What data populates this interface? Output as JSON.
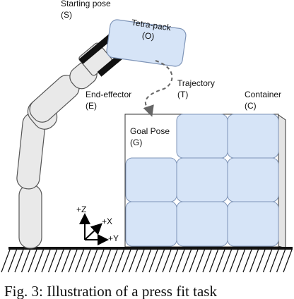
{
  "labels": {
    "starting_pose": "Starting pose",
    "starting_pose_symbol": "(S)",
    "object": "Tetra-pack",
    "object_symbol": "(O)",
    "trajectory": "Trajectory",
    "trajectory_symbol": "(T)",
    "end_effector": "End-effector",
    "end_effector_symbol": "(E)",
    "container": "Container",
    "container_symbol": "(C)",
    "goal_pose": "Goal Pose",
    "goal_pose_symbol": "(G)"
  },
  "axes": {
    "z": "+Z",
    "x": "+X",
    "y": "+Y"
  },
  "caption": "Fig. 3: Illustration of a press fit task",
  "colors": {
    "cell_fill": "#d6e4f7",
    "cell_stroke": "#7f95b8",
    "arm_fill": "#e9e9e9",
    "arm_stroke": "#555555",
    "gripper": "#111111",
    "ground": "#111111"
  }
}
